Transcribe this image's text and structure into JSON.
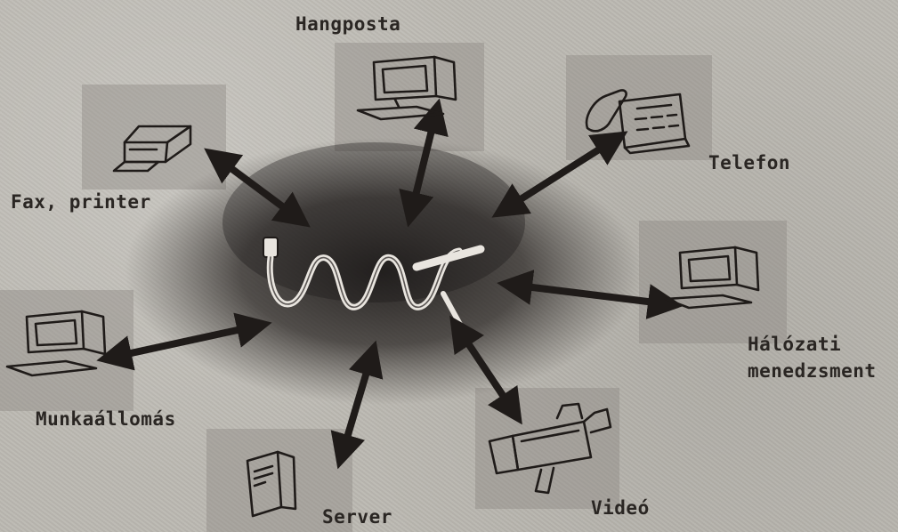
{
  "nodes": {
    "voicemail": {
      "label": "Hangposta",
      "icon": "computer-icon"
    },
    "fax_printer": {
      "label": "Fax, printer",
      "icon": "printer-icon"
    },
    "phone": {
      "label": "Telefon",
      "icon": "telephone-icon"
    },
    "network_management": {
      "label_line1": "Hálózati",
      "label_line2": "menedzsment",
      "icon": "computer-icon"
    },
    "workstation": {
      "label": "Munkaállomás",
      "icon": "computer-icon"
    },
    "server": {
      "label": "Server",
      "icon": "server-tower-icon"
    },
    "video": {
      "label": "Videó",
      "icon": "video-camera-icon"
    }
  },
  "hub": {
    "icon": "cable-icon"
  },
  "colors": {
    "background": "#bbb8b1",
    "tile": "#8c8884",
    "ink": "#1f1b19",
    "shadow": "#1a1716"
  }
}
